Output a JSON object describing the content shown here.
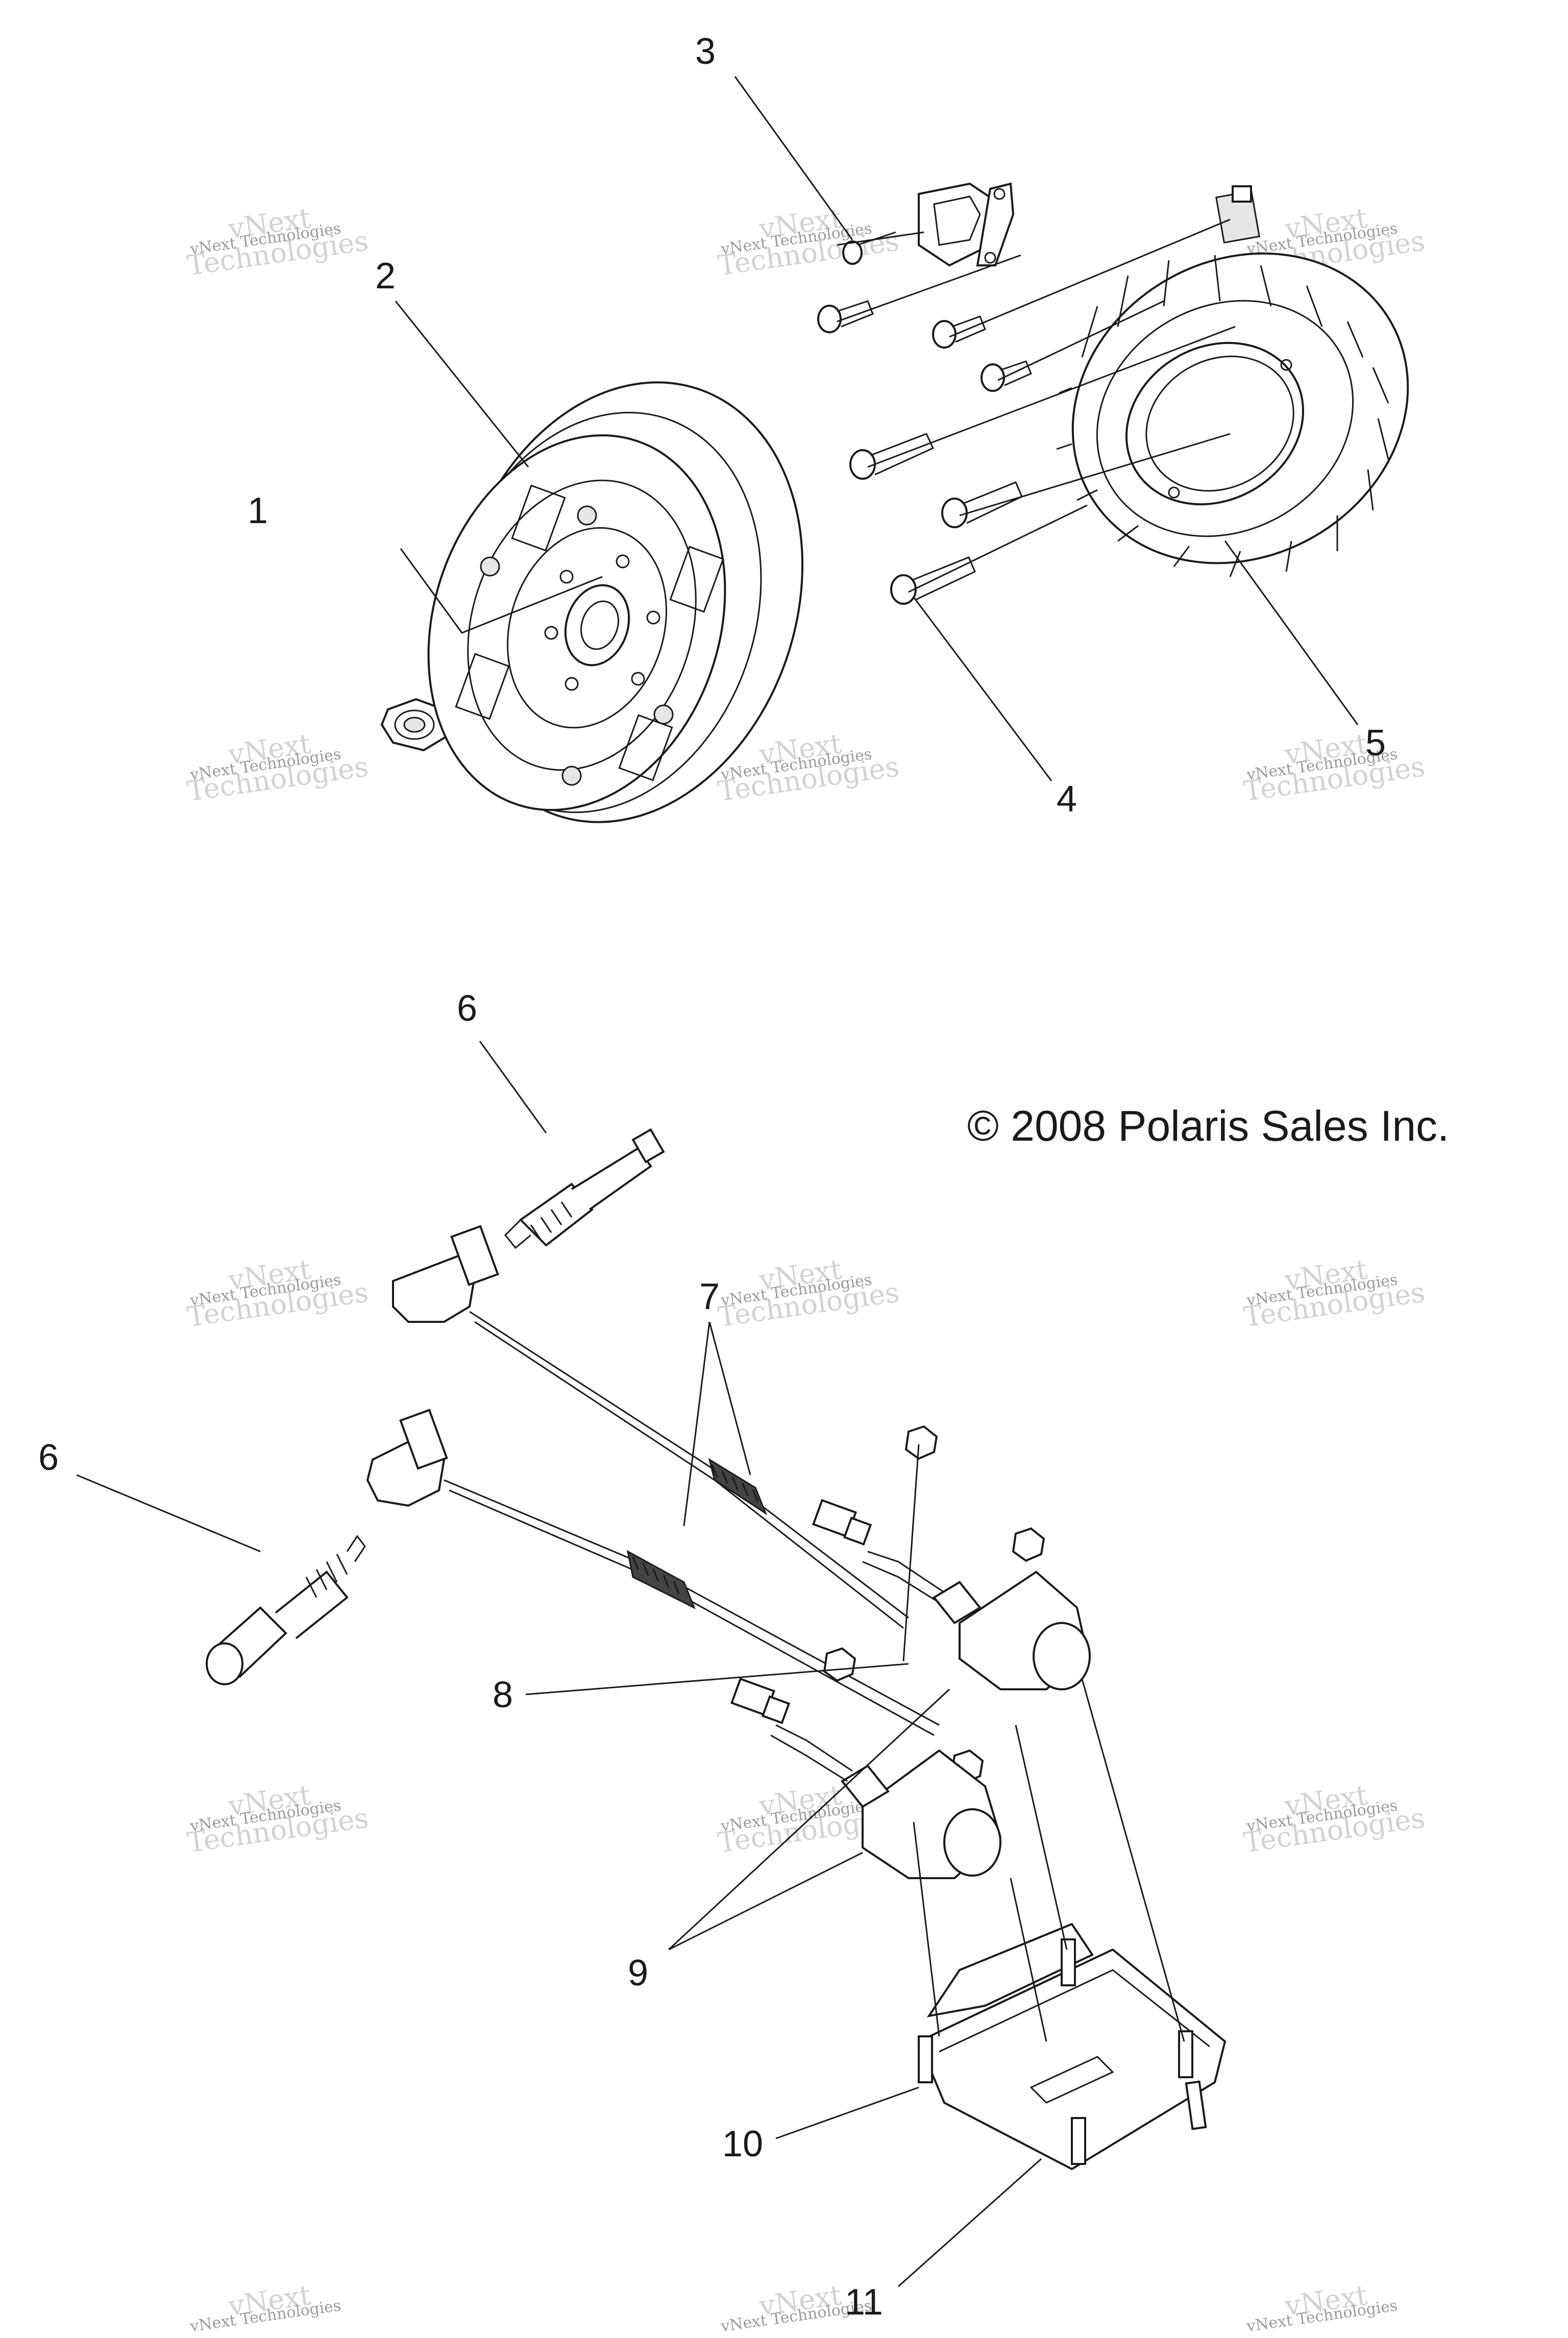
{
  "copyright": "© 2008 Polaris Sales Inc.",
  "callouts": [
    "1",
    "2",
    "3",
    "4",
    "5",
    "6",
    "6",
    "7",
    "8",
    "9",
    "10",
    "11"
  ],
  "watermark": {
    "line1": "vNext Technologies",
    "line2": "Technologies",
    "line3": "vNext"
  }
}
